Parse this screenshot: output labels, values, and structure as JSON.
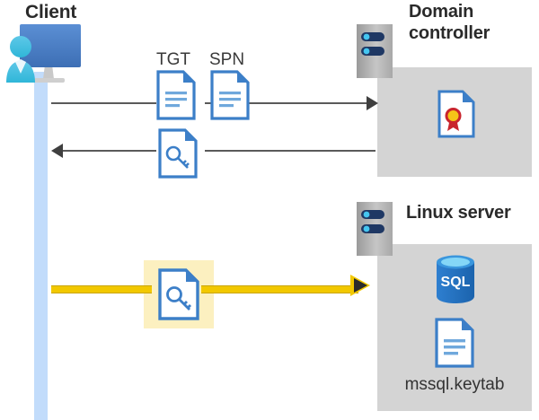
{
  "diagram": {
    "title_client": "Client",
    "title_domain_controller": "Domain controller",
    "title_linux_server": "Linux server",
    "labels": {
      "tgt": "TGT",
      "spn": "SPN",
      "keytab_file": "mssql.keytab",
      "sql_badge": "SQL"
    },
    "icons": {
      "client": "user-with-monitor-icon",
      "domain_controller_server": "server-rack-icon",
      "linux_server": "server-rack-icon",
      "tgt_document": "document-icon",
      "spn_document": "document-icon",
      "ticket_key_document": "document-with-key-icon",
      "service_ticket_document": "document-with-key-icon",
      "certificate": "certificate-document-icon",
      "sql_database": "sql-database-icon",
      "keytab_document": "document-icon"
    },
    "flows": [
      {
        "name": "client-to-dc-request",
        "direction": "right",
        "from": "Client",
        "to": "Domain controller",
        "payload": "TGT SPN",
        "style": "thin-gray"
      },
      {
        "name": "dc-to-client-response",
        "direction": "left",
        "from": "Domain controller",
        "to": "Client",
        "payload": "service ticket",
        "style": "thin-gray"
      },
      {
        "name": "client-to-linux-ticket",
        "direction": "right",
        "from": "Client",
        "to": "Linux server",
        "payload": "service ticket",
        "style": "thick-yellow-highlighted"
      }
    ],
    "colors": {
      "panel_gray": "#d4d4d4",
      "lifeline_blue": "#c2dcfb",
      "arrow_gray": "#5a5a5a",
      "highlight_yellow": "#fcf0c0",
      "arrow_yellow": "#f2c800",
      "doc_blue": "#3c7fc8",
      "sql_blue": "#2a78c5",
      "cert_red": "#c9252d",
      "cert_gold": "#f5c518",
      "text_dark": "#2b2b2b"
    }
  }
}
